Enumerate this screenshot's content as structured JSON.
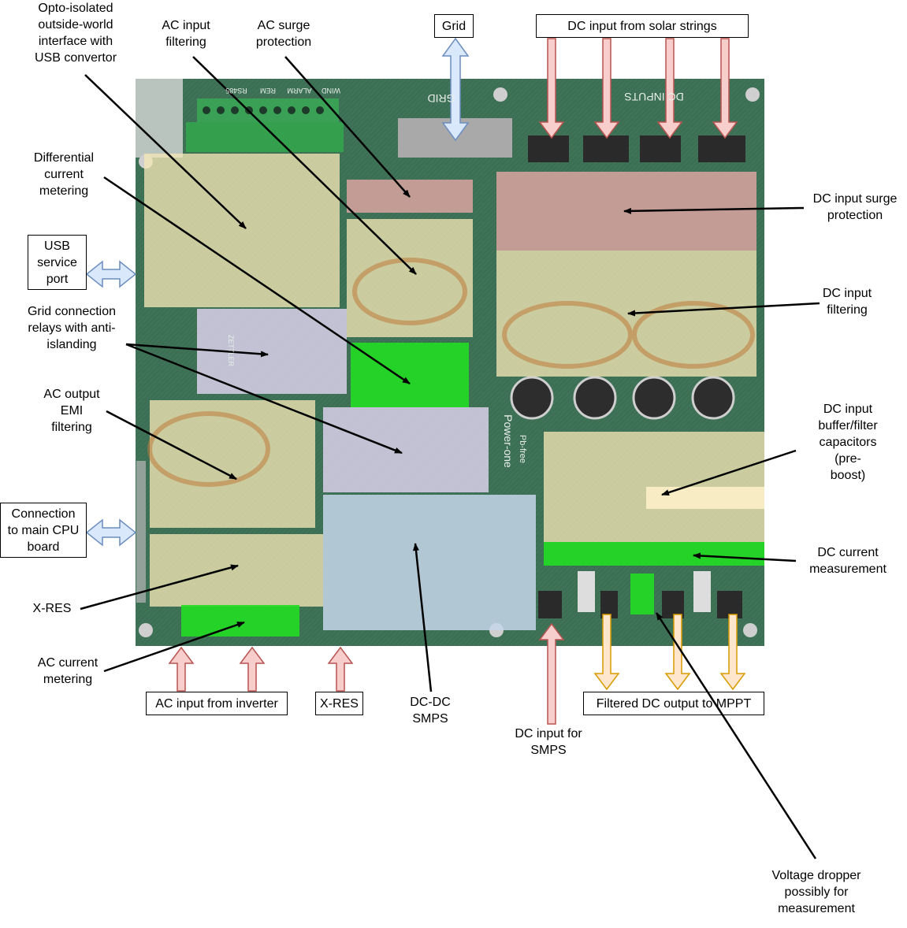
{
  "labels": {
    "opto": [
      "Opto-isolated",
      "outside-world",
      "interface with",
      "USB convertor"
    ],
    "ac_input_filtering": [
      "AC input",
      "filtering"
    ],
    "ac_surge": [
      "AC surge",
      "protection"
    ],
    "differential": [
      "Differential",
      "current",
      "metering"
    ],
    "grid_relays": [
      "Grid connection",
      "relays with anti-",
      "islanding"
    ],
    "ac_output_emi": [
      "AC output",
      "EMI",
      "filtering"
    ],
    "x_res_left": [
      "X-RES"
    ],
    "ac_current_metering": [
      "AC current",
      "metering"
    ],
    "dc_dc_smps": [
      "DC-DC",
      "SMPS"
    ],
    "dc_input_smps": [
      "DC input for",
      "SMPS"
    ],
    "dc_surge": [
      "DC input surge",
      "protection"
    ],
    "dc_filtering": [
      "DC input",
      "filtering"
    ],
    "dc_buffer": [
      "DC input",
      "buffer/filter",
      "capacitors",
      "(pre-",
      "boost)"
    ],
    "dc_current": [
      "DC current",
      "measurement"
    ],
    "voltage_dropper": [
      "Voltage dropper",
      "possibly for",
      "measurement"
    ]
  },
  "boxes": {
    "grid": "Grid",
    "dc_solar": "DC input from solar strings",
    "usb_port": [
      "USB",
      "service",
      "port"
    ],
    "cpu_conn": [
      "Connection",
      "to main CPU",
      "board"
    ],
    "ac_inverter": "AC input from inverter",
    "x_res_bottom": "X-RES",
    "mppt": "Filtered DC output to MPPT"
  },
  "pcb_silkscreen": {
    "grid": "GRID",
    "dc_inputs": "DC INPUTS",
    "rs485": "RS485",
    "wind": "WIND",
    "alarm": "ALARM",
    "rem": "REM",
    "pb_free": "Pb-free",
    "power_one": "Power-one",
    "zettler": "ZETTLER"
  },
  "colors": {
    "pcb": "#3c6e52",
    "region_yellow": "#f2e6b4",
    "region_red": "#e8a9a6",
    "region_purple": "#d9d0ea",
    "region_blue": "#c5d6ea",
    "region_green": "#22dd22",
    "arrow_red": "#f8cecc",
    "arrow_red_stroke": "#b85450",
    "arrow_blue": "#dae8fc",
    "arrow_blue_stroke": "#6c8ebf",
    "arrow_orange": "#ffe6cc",
    "arrow_orange_stroke": "#d79b00"
  }
}
